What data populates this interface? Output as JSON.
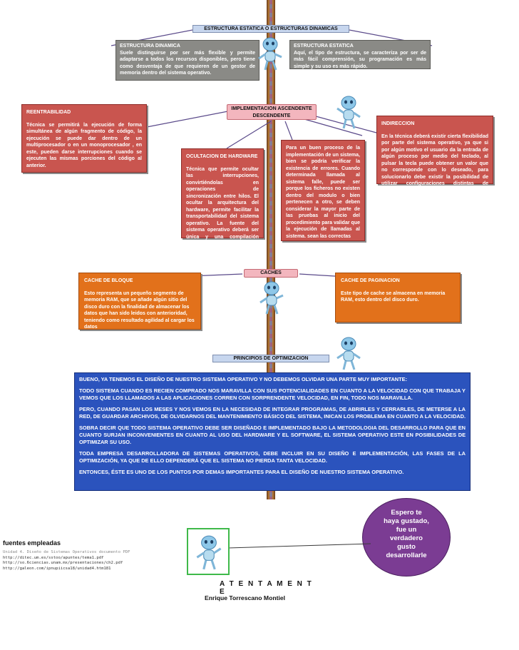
{
  "title": "ESTRUCTURA ESTATICA O ESTRUCTURAS DINAMICAS",
  "dinamica": {
    "title": "ESTRUCTURA DINAMICA",
    "text": "Suele distinguirse por ser más flexible y permite adaptarse a todos los recursos disponibles, pero tiene como desventaja de que requieren de un gestor de memoria dentro del sistema operativo."
  },
  "estatica": {
    "title": "ESTRUCTURA ESTATICA",
    "text": "Aquí, el tipo de estructura, se caracteriza por ser de más fácil comprensión, su programación es más simple y su uso es más rápido."
  },
  "implementacion": "IMPLEMENTACION ASCENDENTE DESCENDENTE",
  "reentrabilidad": {
    "title": "REENTRABILIDAD",
    "text": "Técnica se permitirá la ejecución de forma simultánea de algún fragmento de código, la ejecución se puede dar dentro de un multiprocesador o en un monoprocesador , en este, pueden darse interrupciones cuando se ejecuten las mismas porciones del código al anterior."
  },
  "ocultacion": {
    "title": "OCULTACION DE HARDWARE",
    "text": "Técnica que permite ocultar las interrupciones, convirtiéndolas en operaciones de sincronización entre hilos. El ocultar la arquitectura del hardware, permite facilitar la transportabilidad del sistema operativo. La fuente del sistema operativo deberá ser única y una compilación condicional."
  },
  "implementacion_detalle": {
    "text": "Para un buen proceso de la implementación de un sistema, bien se podría verificar la existencia de errores. Cuando determinada llamada al sistema falle, puede ser porque los ficheros no existen dentro del modulo o bien pertenecen a otro, se deben considerar la mayor parte de las pruebas al inicio del procedimiento para validar que la ejecución de llamadas al sistema. sean las correctas"
  },
  "indireccion": {
    "title": "INDIRECCION",
    "text": "En la técnica deberá existir cierta flexibilidad por parte del sistema operativo, ya que si por algún motivo el usuario da la entrada de algún proceso por medio del teclado, al pulsar la tecla puede obtener un valor que no corresponde con lo deseado, para solucionarlo debe existir la posibilidad de utilizar configuraciones distintas de teclados."
  },
  "caches": "CACHES",
  "cache_bloque": {
    "title": "CACHE DE BLOQUE",
    "text": "Esto representa un pequeño segmento de memoria RAM, que se añade algún sitio del disco duro con la finalidad de almacenar los datos que han sido leidos con anterioridad, teniendo como resultado agilidad al cargar los datos"
  },
  "cache_paginacion": {
    "title": "CACHE DE PAGINACION",
    "text": "Este tipo de cache se almacena en memoria RAM, esto dentro del disco duro."
  },
  "principios": "PRINCIPIOS DE OPTIMIZACION",
  "optimizacion": {
    "p1": "BUENO, YA TENEMOS EL DISEÑO DE NUESTRO SISTEMA OPERATIVO Y NO DEBEMOS OLVIDAR UNA PARTE MUY IMPORTANTE:",
    "p2": "TODO SISTEMA CUANDO ES RECIEN COMPRADO NOS MARAVILLA CON SUS POTENCIALIDADES EN CUANTO A LA VELOCIDAD CON QUE TRABAJA Y VEMOS QUE LOS LLAMADOS A LAS APLICACIONES CORREN CON SORPRENDENTE VELOCIDAD, EN FIN, TODO NOS MARAVILLA.",
    "p3": "PERO, CUANDO PASAN LOS MESES Y NOS VEMOS EN LA NECESIDAD DE INTEGRAR PROGRAMAS, DE ABRIRLES Y CERRARLES, DE METERSE A LA RED, DE GUARDAR ARCHIVOS, DE OLVIDARNOS DEL MANTENIMIENTO BÁSICO DEL SISTEMA, INICAN LOS PROBLEMA EN CUANTO A LA VELOCIDAD.",
    "p4": "SOBRA DECIR QUE TODO SISTEMA OPERATIVO DEBE SER DISEÑADO E IMPLEMENTADO BAJO LA METODOLOGIA DEL DESARROLLO PARA QUE EN CUANTO SURJAN INCONVENIENTES EN CUANTO AL USO DEL HARDWARE Y EL SOFTWARE, EL SISTEMA OPERATIVO ESTE EN POSIBILIDADES DE OPTIMIZAR SU USO.",
    "p5": "TODA EMPRESA DESARROLLADORA DE SISTEMAS OPERATIVOS, DEBE INCLUIR EN SU DISEÑO E IMPLEMENTACIÓN, LAS FASES DE LA OPTIMIZACIÓN, YA QUE DE ELLO DEPENDERÁ QUE EL SISTEMA NO PIERDA TANTA VELOCIDAD.",
    "p6": "ENTONCES, ÉSTE ES UNO DE LOS PUNTOS POR DEMAS IMPORTANTES PARA EL DISEÑO DE NUESTRO SISTEMA OPERATIVO."
  },
  "bubble": {
    "l1": "Espero te",
    "l2": "haya gustado,",
    "l3": "fue un",
    "l4": "verdadero",
    "l5": "gusto",
    "l6": "desarrollarle"
  },
  "fuentes": {
    "title": "fuentes empleadas",
    "items": [
      "Unidad 4. Diseño de Sistemas Operativos documento PDF",
      "http://ditec.um.es/sstoo/apuntes/tema1.pdf",
      "http://so.6ciencias.unam.mx/presentaciones/ch2.pdf",
      "http://galeon.com/ipnupiicsa18/unidad4.htm181"
    ]
  },
  "atentamente": "A T E N T A M E N T E",
  "autor": "Enrique Torrescano Montiel",
  "colors": {
    "header_blue": "#c7d6ee",
    "dark_gray": "#8a8a86",
    "red": "#c9554f",
    "orange": "#e2711b",
    "blue": "#2b53bd",
    "purple": "#7b3c93"
  }
}
